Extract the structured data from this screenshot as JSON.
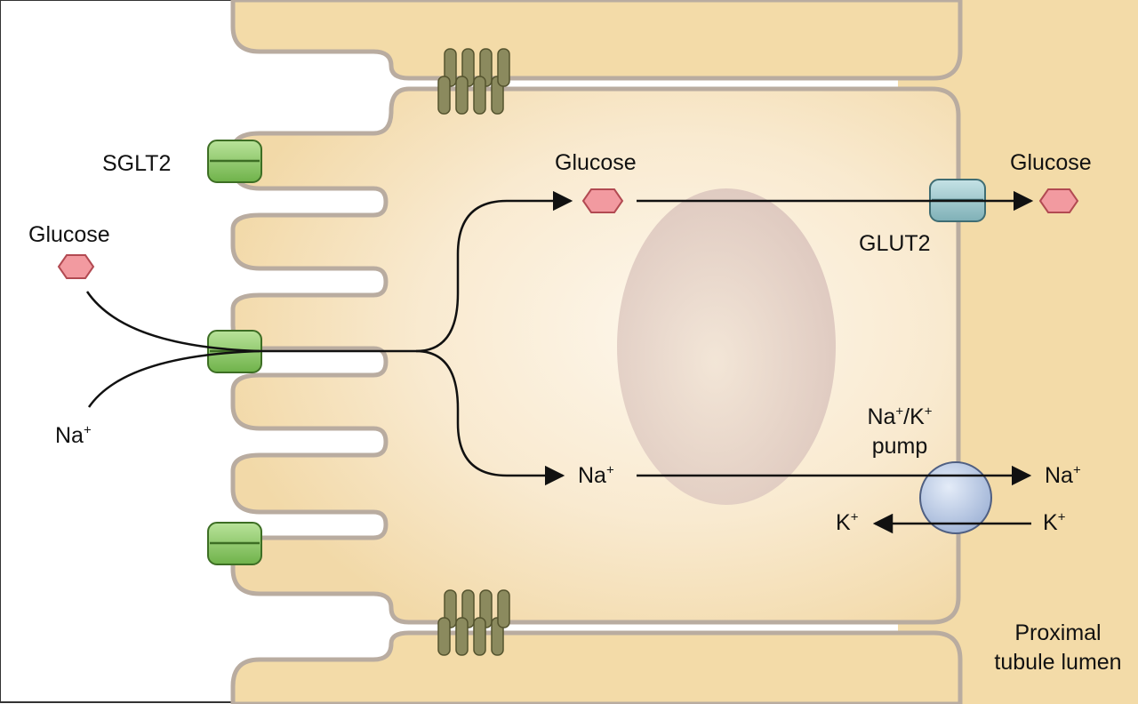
{
  "labels": {
    "sglt2": "SGLT2",
    "glucose_lumen": "Glucose",
    "na_lumen": "Na",
    "glucose_cell": "Glucose",
    "na_cell": "Na",
    "glut2": "GLUT2",
    "glucose_blood": "Glucose",
    "pump_line1_a": "Na",
    "pump_line1_b": "/K",
    "pump_line2": "pump",
    "na_blood": "Na",
    "k_blood": "K",
    "k_cell": "K",
    "region_line1": "Proximal",
    "region_line2": "tubule lumen",
    "plus": "+"
  },
  "colors": {
    "cell_fill": "#f5dfb0",
    "cell_inner": "#fcf4e7",
    "membrane": "#b9aca0",
    "nucleus": "#e5d0c6",
    "sglt2": "#8ccb6a",
    "glut2": "#9dc7cc",
    "pump": "#c6d3ea",
    "tight_junction": "#8b8a5e",
    "glucose": "#f29aa0"
  },
  "icons": {
    "glucose": "hexagon",
    "sglt2": "double-barrel-channel",
    "glut2": "double-barrel-channel",
    "pump": "sphere",
    "tight_junction": "capsule-cluster"
  }
}
